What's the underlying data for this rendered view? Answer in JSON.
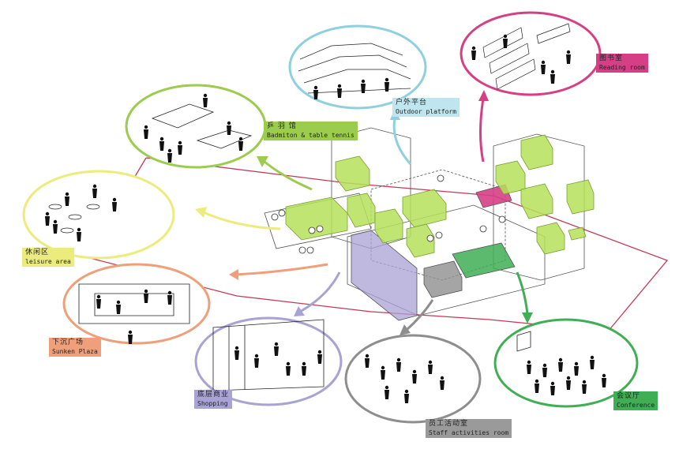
{
  "colors": {
    "reading": "#d63f86",
    "outdoor": "#8fd0de",
    "sports": "#9ccc4d",
    "leisure": "#ecec7e",
    "sunken": "#ef9f7a",
    "shopping": "#a9a2d4",
    "staff": "#8e8e8e",
    "conference": "#3fae55",
    "path": "#c23a56",
    "volume": "#b6e05a"
  },
  "labels": {
    "reading": {
      "cn": "图书室",
      "en": "Reading room"
    },
    "outdoor": {
      "cn": "户外平台",
      "en": "Outdoor platform"
    },
    "sports": {
      "cn": "乒 羽 馆",
      "en": "Badmiton & table tennis"
    },
    "leisure": {
      "cn": "休闲区",
      "en": "leisure area"
    },
    "sunken": {
      "cn": "下沉广场",
      "en": "Sunken Plaza"
    },
    "shopping": {
      "cn": "底层商业",
      "en": "Shopping"
    },
    "staff": {
      "cn": "员工活动室",
      "en": "Staff activities room"
    },
    "conference": {
      "cn": "会议厅",
      "en": "Conference"
    }
  }
}
